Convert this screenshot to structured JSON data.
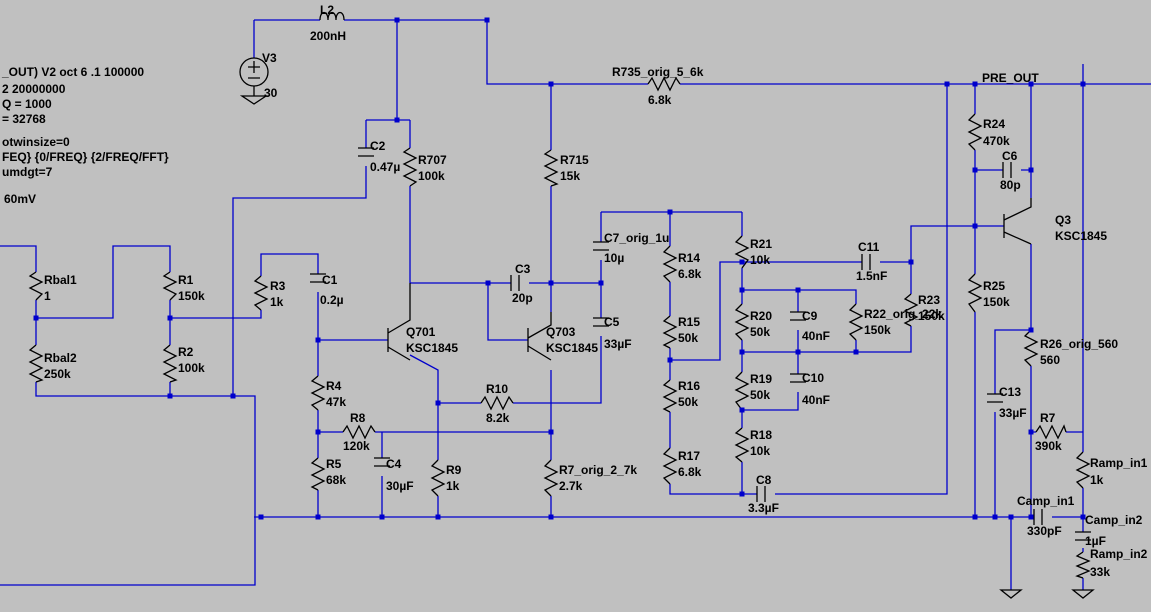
{
  "directives": [
    "_OUT) V2 oct 6 .1 100000",
    "2 20000000",
    "Q = 1000",
    "= 32768",
    "otwinsize=0",
    "FEQ} {0/FREQ} {2/FREQ/FFT}",
    "umdgt=7",
    "60mV"
  ],
  "net_pre_out": "PRE_OUT",
  "components": {
    "L2": {
      "name": "L2",
      "value": "200nH"
    },
    "V3": {
      "name": "V3",
      "value": "30"
    },
    "R735": {
      "name": "R735_orig_5_6k",
      "value": "6.8k"
    },
    "C2": {
      "name": "C2",
      "value": "0.47µ"
    },
    "R707": {
      "name": "R707",
      "value": "100k"
    },
    "R715": {
      "name": "R715",
      "value": "15k"
    },
    "Rbal1": {
      "name": "Rbal1",
      "value": "1"
    },
    "Rbal2": {
      "name": "Rbal2",
      "value": "250k"
    },
    "R1": {
      "name": "R1",
      "value": "150k"
    },
    "R2": {
      "name": "R2",
      "value": "100k"
    },
    "R3": {
      "name": "R3",
      "value": "1k"
    },
    "C1": {
      "name": "C1",
      "value": "0.2µ"
    },
    "Q701": {
      "name": "Q701",
      "value": "KSC1845"
    },
    "Q703": {
      "name": "Q703",
      "value": "KSC1845"
    },
    "C3": {
      "name": "C3",
      "value": "20p"
    },
    "C7": {
      "name": "C7_orig_1u",
      "value": "10µ"
    },
    "C5": {
      "name": "C5",
      "value": "33µF"
    },
    "R4": {
      "name": "R4",
      "value": "47k"
    },
    "R8": {
      "name": "R8",
      "value": "120k"
    },
    "R10": {
      "name": "R10",
      "value": "8.2k"
    },
    "R5": {
      "name": "R5",
      "value": "68k"
    },
    "C4": {
      "name": "C4",
      "value": "30µF"
    },
    "R9": {
      "name": "R9",
      "value": "1k"
    },
    "R7o": {
      "name": "R7_orig_2_7k",
      "value": "2.7k"
    },
    "R14": {
      "name": "R14",
      "value": "6.8k"
    },
    "R15": {
      "name": "R15",
      "value": "50k"
    },
    "R16": {
      "name": "R16",
      "value": "50k"
    },
    "R17": {
      "name": "R17",
      "value": "6.8k"
    },
    "R21": {
      "name": "R21",
      "value": "10k"
    },
    "R20": {
      "name": "R20",
      "value": "50k"
    },
    "R19": {
      "name": "R19",
      "value": "50k"
    },
    "R18": {
      "name": "R18",
      "value": "10k"
    },
    "C9": {
      "name": "C9",
      "value": "40nF"
    },
    "C10": {
      "name": "C10",
      "value": "40nF"
    },
    "R22": {
      "name": "R22_orig_22k",
      "value": "150k"
    },
    "R23": {
      "name": "R23",
      "value": "150k"
    },
    "C11": {
      "name": "C11",
      "value": "1.5nF"
    },
    "C8": {
      "name": "C8",
      "value": "3.3µF"
    },
    "R24": {
      "name": "R24",
      "value": "470k"
    },
    "C6": {
      "name": "C6",
      "value": "80p"
    },
    "Q3": {
      "name": "Q3",
      "value": "KSC1845"
    },
    "R25": {
      "name": "R25",
      "value": "150k"
    },
    "R26": {
      "name": "R26_orig_560",
      "value": "560"
    },
    "C13": {
      "name": "C13",
      "value": "33µF"
    },
    "R7": {
      "name": "R7",
      "value": "390k"
    },
    "Ramp_in1": {
      "name": "Ramp_in1",
      "value": "1k"
    },
    "Camp_in1": {
      "name": "Camp_in1",
      "value": "330pF"
    },
    "Camp_in2": {
      "name": "Camp_in2",
      "value": "1µF"
    },
    "Ramp_in2": {
      "name": "Ramp_in2",
      "value": "33k"
    }
  }
}
